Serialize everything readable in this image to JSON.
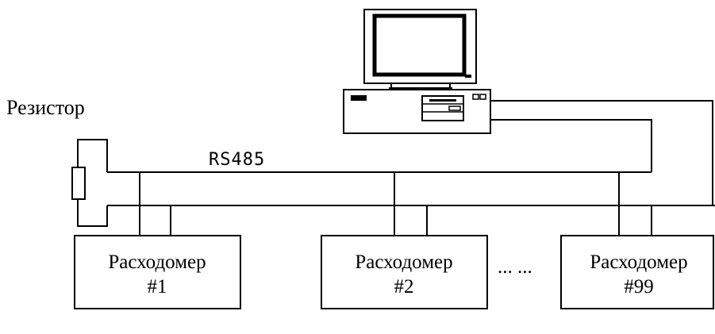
{
  "resistor": {
    "label": "Резистор"
  },
  "bus": {
    "label": "RS485"
  },
  "meters": [
    {
      "name": "Расходомер",
      "number": "#1"
    },
    {
      "name": "Расходомер",
      "number": "#2"
    },
    {
      "name": "Расходомер",
      "number": "#99"
    }
  ],
  "ellipsis": "... ...",
  "computer": {
    "icon": "desktop-computer-icon"
  }
}
